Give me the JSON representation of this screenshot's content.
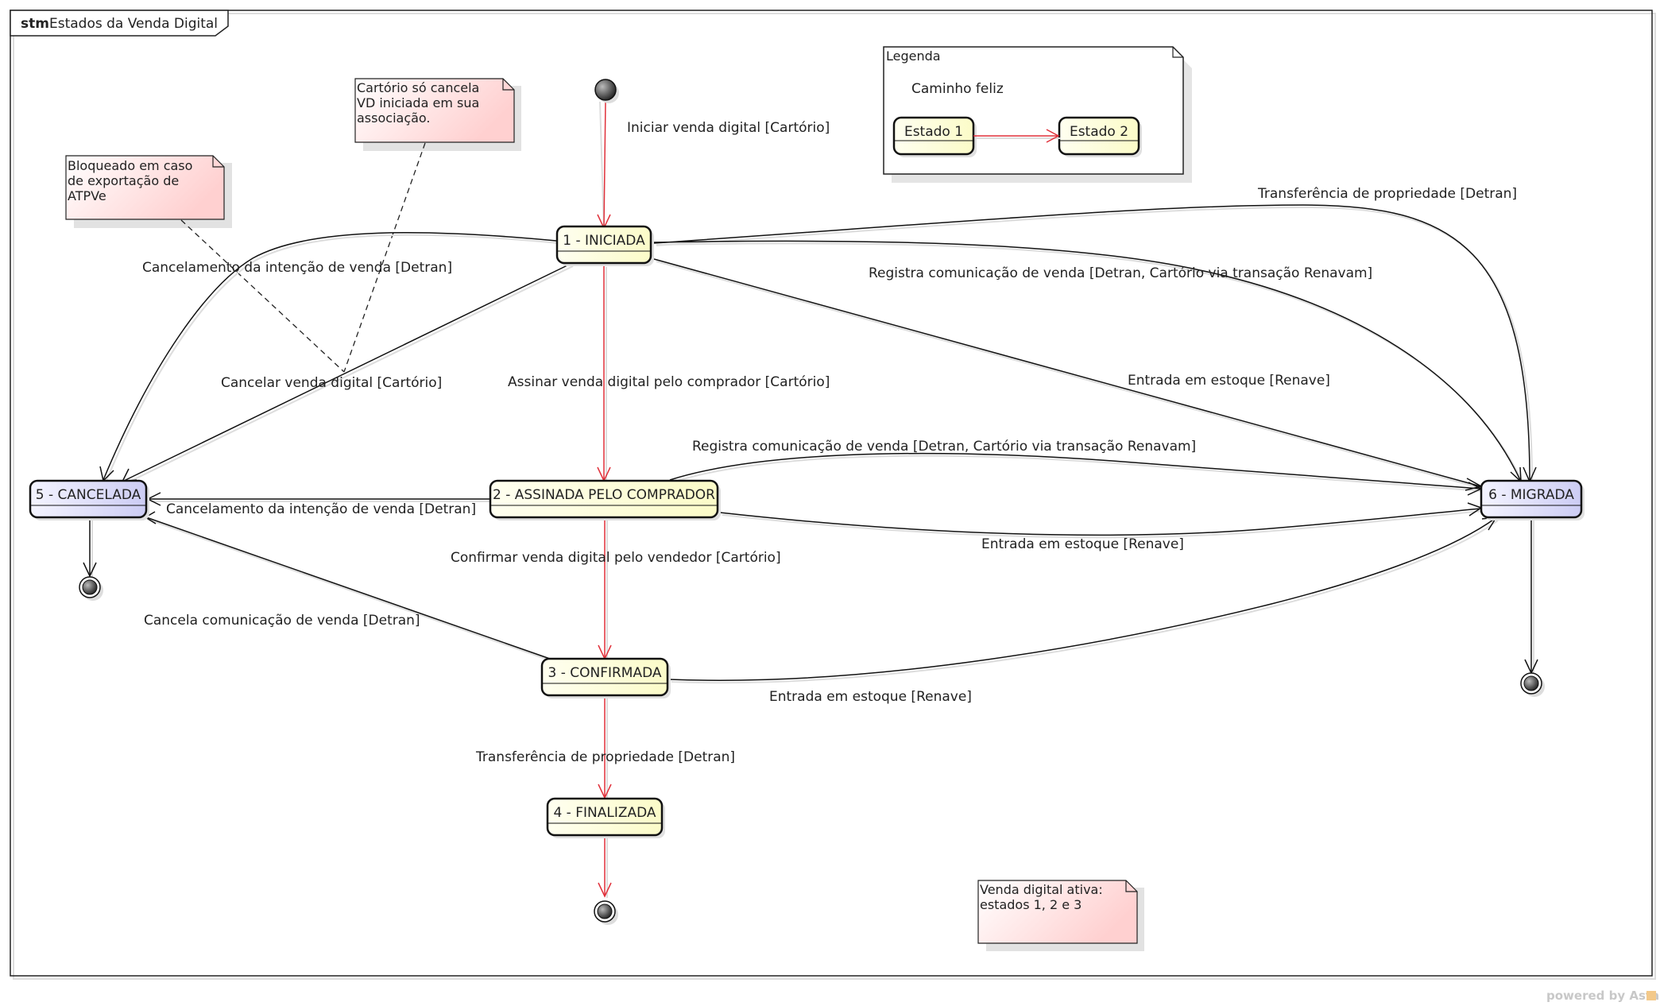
{
  "frame": {
    "keyword": "stm",
    "title": "Estados da Venda Digital"
  },
  "legend": {
    "title": "Legenda",
    "subtitle": "Caminho feliz",
    "state_a": "Estado 1",
    "state_b": "Estado 2"
  },
  "states": {
    "s1": "1 - INICIADA",
    "s2": "2 - ASSINADA PELO COMPRADOR",
    "s3": "3 - CONFIRMADA",
    "s4": "4 - FINALIZADA",
    "s5": "5 - CANCELADA",
    "s6": "6 - MIGRADA"
  },
  "notes": {
    "cartorio": [
      "Cartório só cancela",
      "VD iniciada em sua",
      "associação."
    ],
    "bloqueado": [
      "Bloqueado em caso",
      "de exportação de",
      "ATPVe"
    ],
    "ativa": [
      "Venda digital ativa:",
      "estados 1, 2 e 3"
    ]
  },
  "transitions": {
    "iniciar": "Iniciar venda digital [Cartório]",
    "assinar": "Assinar venda digital pelo comprador [Cartório]",
    "confirmar": "Confirmar venda digital pelo vendedor [Cartório]",
    "transferencia_4": "Transferência de propriedade [Detran]",
    "cancel_intencao_1": "Cancelamento da intenção de venda [Detran]",
    "cancelar_vd": "Cancelar venda digital [Cartório]",
    "cancel_intencao_2": "Cancelamento da intenção de venda [Detran]",
    "cancela_comunicacao": "Cancela comunicação de venda [Detran]",
    "transferencia_6": "Transferência de propriedade [Detran]",
    "registra_1": "Registra comunicação de venda [Detran, Cartório via transação Renavam]",
    "entrada_1": "Entrada em estoque [Renave]",
    "registra_2": "Registra comunicação de venda [Detran, Cartório via transação Renavam]",
    "entrada_2": "Entrada em estoque [Renave]",
    "entrada_3": "Entrada em estoque [Renave]"
  },
  "watermark": "powered by Astah",
  "colors": {
    "state_yellow": "#fdfdd6",
    "state_blue": "#d8d8f8",
    "happy_path": "#e0303a",
    "note_pink": "#ffd6d6",
    "stroke": "#111111"
  }
}
